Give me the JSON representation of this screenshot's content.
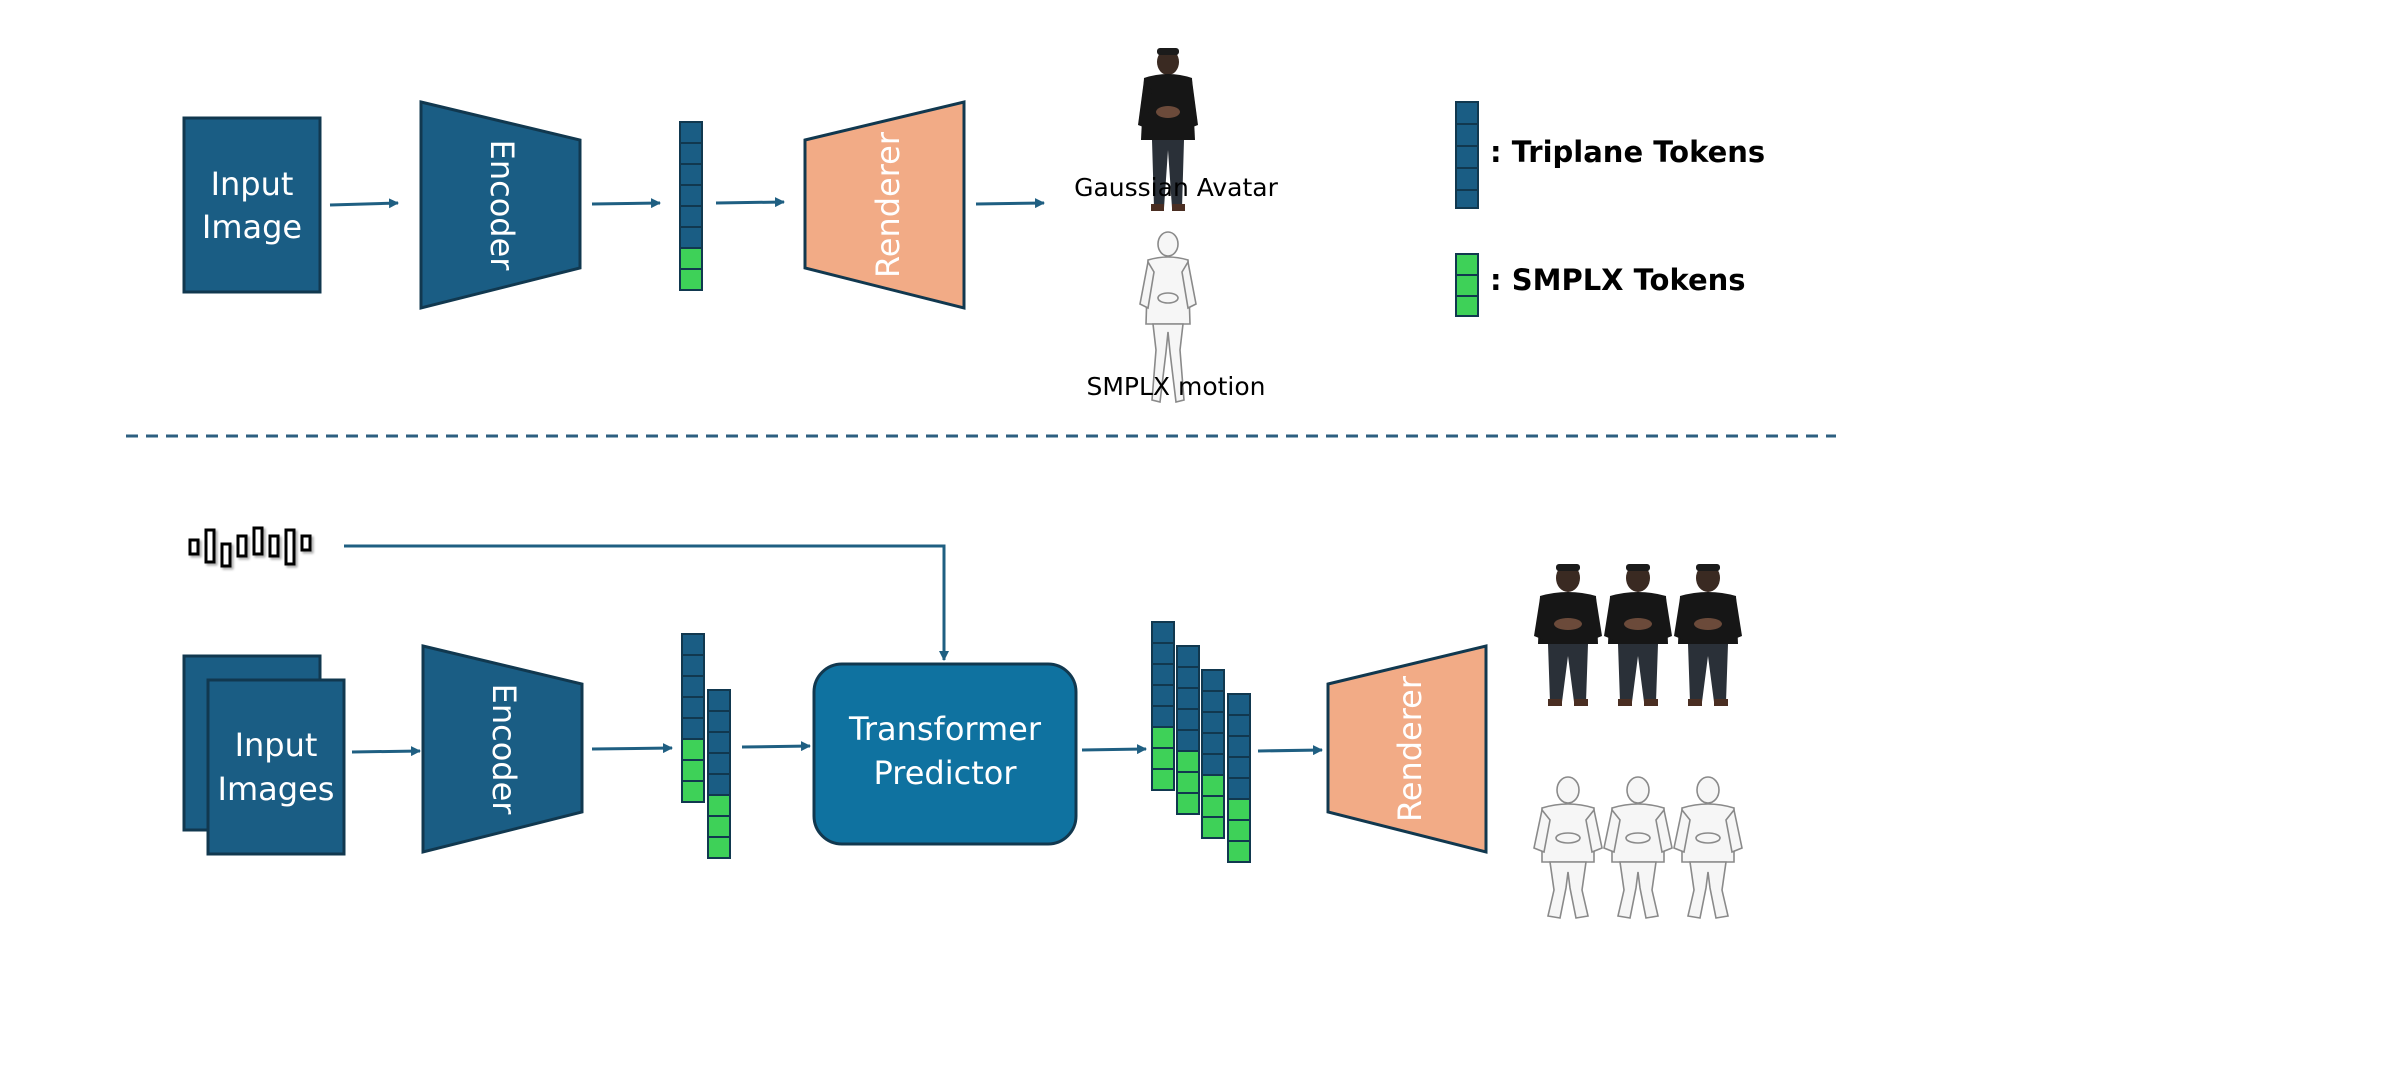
{
  "colors": {
    "dark_blue": "#1a5d84",
    "mid_blue": "#0f72a0",
    "outline": "#11384f",
    "salmon": "#f2ab86",
    "green": "#3ed158",
    "arrow": "#1f5f82",
    "divider": "#2d5f80",
    "black": "#000000"
  },
  "top": {
    "input_label_line1": "Input",
    "input_label_line2": "Image",
    "encoder_label": "Encoder",
    "renderer_label": "Renderer",
    "avatar_caption": "Gaussian Avatar",
    "motion_caption": "SMPLX motion",
    "avatar_icon": "person-photo-icon",
    "motion_icon": "mesh-figure-icon"
  },
  "legend": {
    "triplane_label": ": Triplane Tokens",
    "smplx_label": ": SMPLX Tokens"
  },
  "bottom": {
    "audio_icon": "audio-waveform-icon",
    "input_label_line1": "Input",
    "input_label_line2": "Images",
    "encoder_label": "Encoder",
    "transformer_line1": "Transformer",
    "transformer_line2": "Predictor",
    "renderer_label": "Renderer",
    "avatar_count": 3,
    "mesh_count": 3
  }
}
